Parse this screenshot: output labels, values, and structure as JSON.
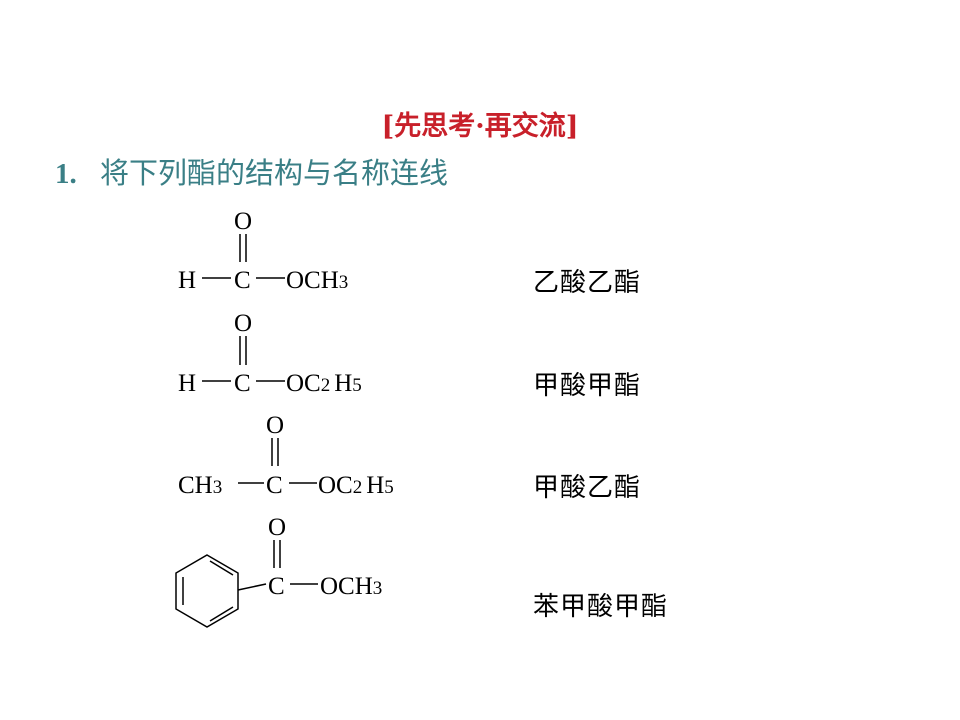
{
  "heading": "[先思考·再交流]",
  "question": {
    "number": "1.",
    "text": "将下列酯的结构与名称连线"
  },
  "structures": [
    {
      "left": "H",
      "right": "OCH",
      "sub": "3"
    },
    {
      "left": "H",
      "right": "OC",
      "sub": "2",
      "tail": "H",
      "tail_sub": "5"
    },
    {
      "left": "CH",
      "left_sub": "3",
      "right": "OC",
      "sub": "2",
      "tail": "H",
      "tail_sub": "5"
    },
    {
      "right": "OCH",
      "sub": "3"
    }
  ],
  "atoms": {
    "carbon": "C",
    "oxygen": "O"
  },
  "names": [
    "乙酸乙酯",
    "甲酸甲酯",
    "甲酸乙酯",
    "苯甲酸甲酯"
  ],
  "colors": {
    "heading": "#c8202a",
    "question": "#3a7f86",
    "text": "#000000"
  }
}
